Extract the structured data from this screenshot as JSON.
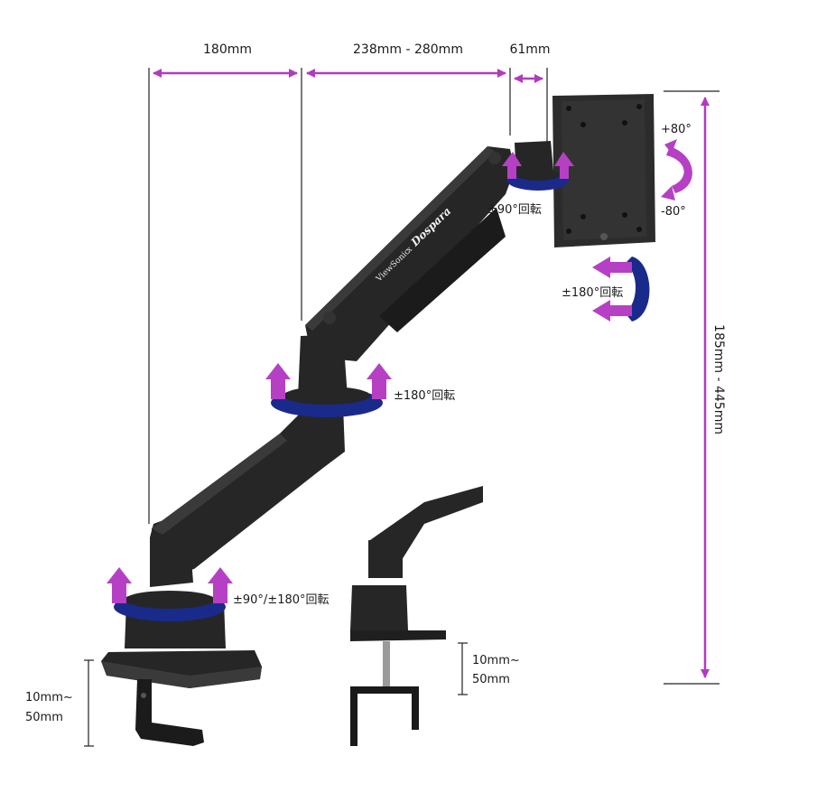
{
  "dimensions": {
    "arm_lower_length": "180mm",
    "arm_upper_length": "238mm - 280mm",
    "mount_depth": "61mm",
    "height_range": "185mm - 445mm",
    "clamp_thickness_main": [
      "10mm~",
      "50mm"
    ],
    "clamp_thickness_inset": [
      "10mm~",
      "50mm"
    ]
  },
  "rotations": {
    "tilt_up": "+80°",
    "tilt_down": "-80°",
    "head_swivel": "±90°回転",
    "screen_rotate": "±180°回転",
    "elbow_swivel": "±180°回転",
    "base_swivel": "±90°/±180°回転"
  },
  "branding": {
    "left": "ViewSonic",
    "sep": "x",
    "right": "Dospara"
  },
  "colors": {
    "dimension_arrow": "#b13bbf",
    "rotation_arrow": "#b640c4",
    "rotation_ring": "#1a2a8a",
    "arm_body": "#262626"
  }
}
